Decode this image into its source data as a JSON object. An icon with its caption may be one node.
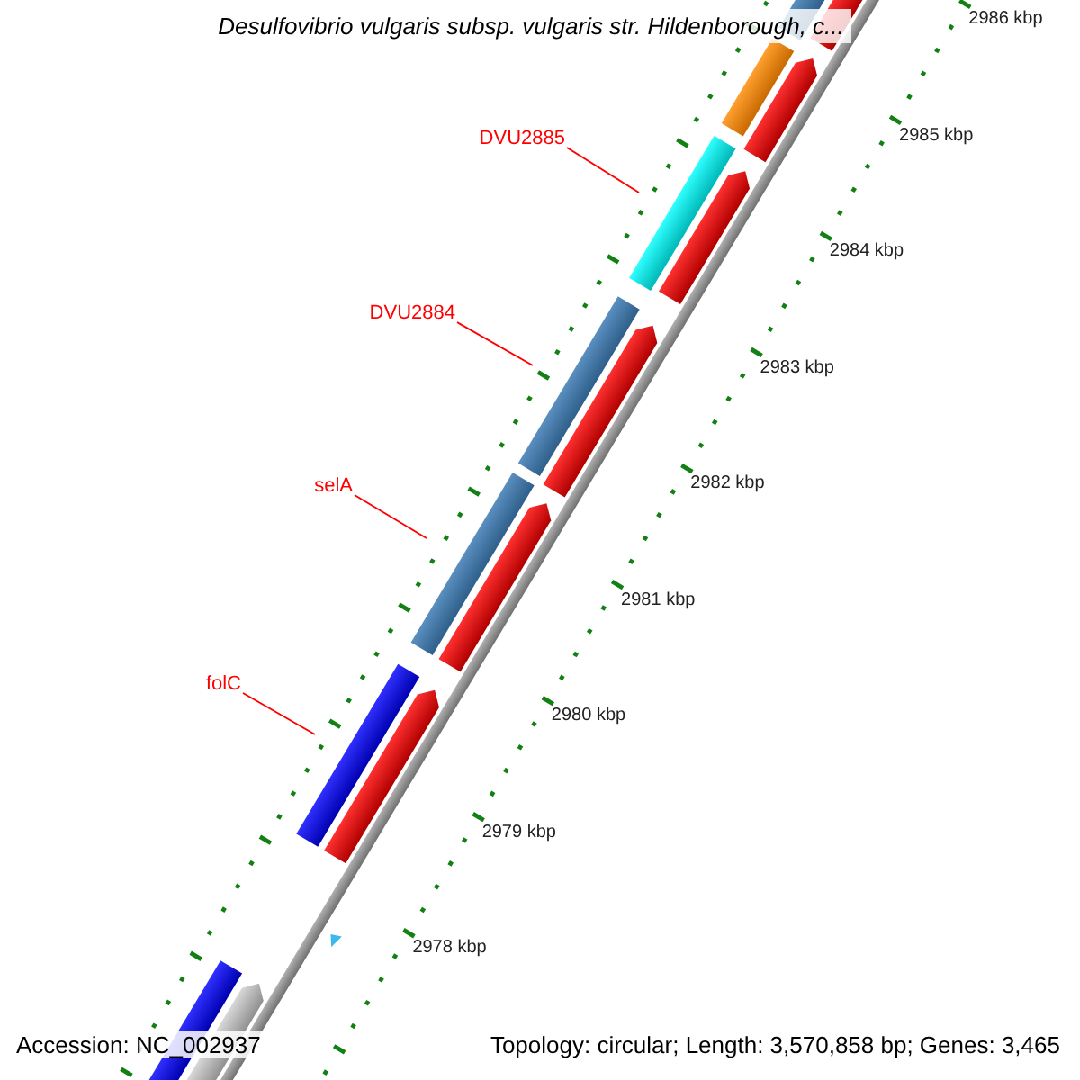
{
  "diagram": {
    "title": "Desulfovibrio vulgaris subsp. vulgaris str. Hildenborough, c...",
    "nodes": [
      {
        "text": [
          "DVU2885"
        ]
      },
      {
        "text": [
          "DVU2884"
        ]
      },
      {
        "text": [
          "selA"
        ]
      },
      {
        "text": [
          "folC"
        ]
      }
    ],
    "edges": [
      {
        "from": 0,
        "to": null,
        "arrow": "none"
      },
      {
        "from": 1,
        "to": null,
        "arrow": "none"
      },
      {
        "from": 2,
        "to": null,
        "arrow": "none"
      },
      {
        "from": 3,
        "to": null,
        "arrow": "none"
      }
    ],
    "labels": [
      "2986 kbp",
      "2985 kbp",
      "2984 kbp",
      "2983 kbp",
      "2982 kbp",
      "2981 kbp",
      "2980 kbp",
      "2979 kbp",
      "2978 kbp",
      "Accession: NC_002937",
      "Topology: circular; Length: 3,570,858 bp; Genes: 3,465"
    ]
  }
}
